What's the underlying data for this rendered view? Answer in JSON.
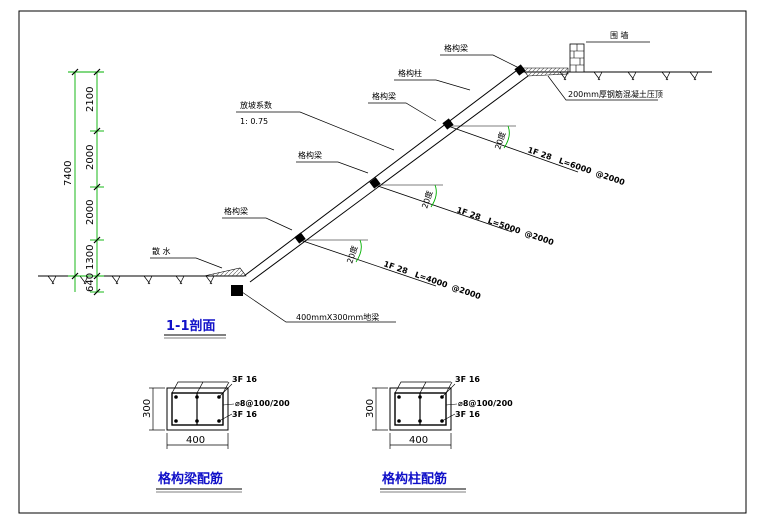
{
  "section": {
    "title": "1-1剖面",
    "labels": {
      "beam_top": "格构梁",
      "wall": "围 墙",
      "column": "格构柱",
      "cap_layer": "200mm厚钢筋混凝土压顶",
      "slope": "放坡系数",
      "slope_ratio": "1: 0.75",
      "beam_mid1": "格构梁",
      "beam_mid2": "格构梁",
      "beam_low": "格构梁",
      "drain": "散 水",
      "ground_beam": "400mmX300mm地梁"
    },
    "anchors": [
      {
        "spec": "1F 28",
        "length": "L=6000",
        "spacing": "@2000",
        "angle": "20度"
      },
      {
        "spec": "1F 28",
        "length": "L=5000",
        "spacing": "@2000",
        "angle": "20度"
      },
      {
        "spec": "1F 28",
        "length": "L=4000",
        "spacing": "@2000",
        "angle": "20度"
      }
    ],
    "dimensions": {
      "total": "7400",
      "segments": [
        "2100",
        "2000",
        "2000",
        "1300"
      ],
      "below": "640"
    }
  },
  "beam_detail": {
    "title": "格构梁配筋",
    "top_bars": "3F 16",
    "stirrup": "⌀8@100/200",
    "bottom_bars": "3F 16",
    "width": "400",
    "height": "300"
  },
  "column_detail": {
    "title": "格构柱配筋",
    "top_bars": "3F 16",
    "stirrup": "⌀8@100/200",
    "bottom_bars": "3F 16",
    "width": "400",
    "height": "300"
  },
  "colors": {
    "dimension": "#00b000",
    "title": "#1010c8",
    "line": "#000000"
  }
}
